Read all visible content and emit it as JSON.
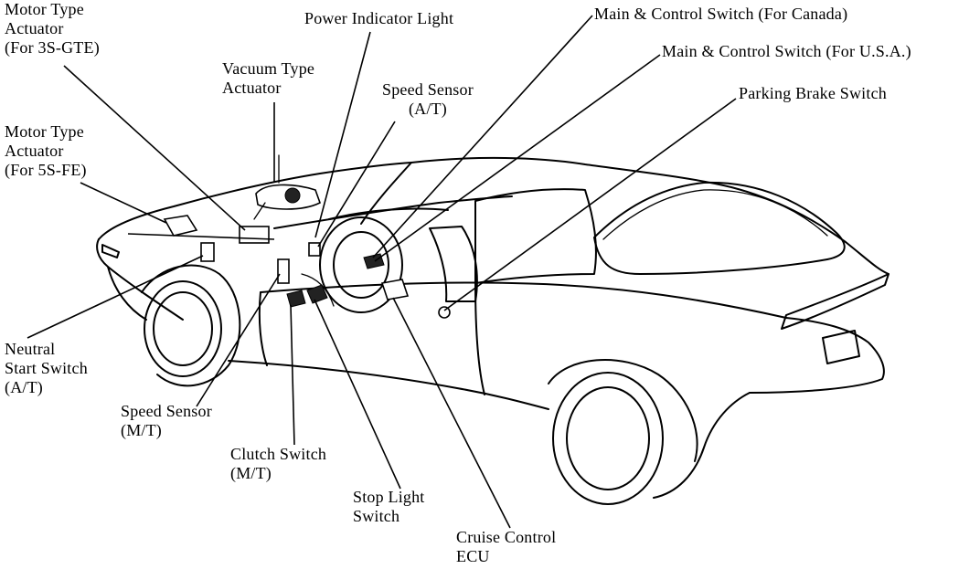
{
  "labels": {
    "motor_actuator_3sgte": [
      "Motor Type",
      "Actuator",
      "(For 3S-GTE)"
    ],
    "vacuum_actuator": [
      "Vacuum Type",
      "Actuator"
    ],
    "power_indicator": [
      "Power Indicator Light"
    ],
    "speed_sensor_at": [
      "Speed Sensor",
      "(A/T)"
    ],
    "main_switch_canada": [
      "Main & Control Switch (For Canada)"
    ],
    "main_switch_usa": [
      "Main & Control Switch (For U.S.A.)"
    ],
    "parking_brake": [
      "Parking Brake Switch"
    ],
    "motor_actuator_5sfe": [
      "Motor Type",
      "Actuator",
      "(For 5S-FE)"
    ],
    "neutral_start": [
      "Neutral",
      "Start Switch",
      "(A/T)"
    ],
    "speed_sensor_mt": [
      "Speed Sensor",
      "(M/T)"
    ],
    "clutch_switch": [
      "Clutch Switch",
      "(M/T)"
    ],
    "stop_light": [
      "Stop Light",
      "Switch"
    ],
    "cruise_ecu": [
      "Cruise Control",
      "ECU"
    ]
  },
  "colors": {
    "ink": "#000000",
    "paper": "#ffffff"
  }
}
